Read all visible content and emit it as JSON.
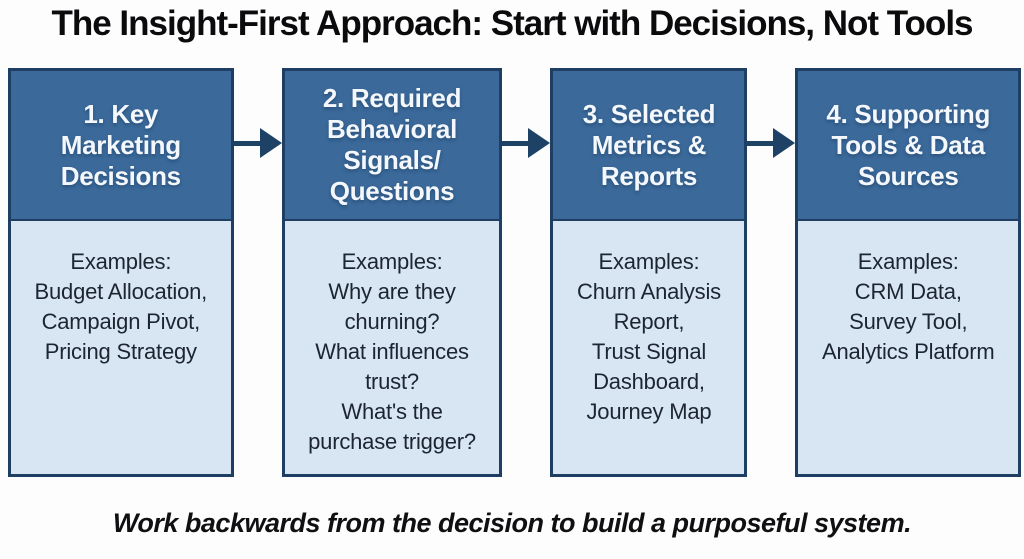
{
  "title": "The Insight-First Approach: Start with Decisions, Not Tools",
  "steps": [
    {
      "header": "1. Key\nMarketing\nDecisions",
      "examples": "Examples:\nBudget Allocation,\nCampaign Pivot,\nPricing Strategy"
    },
    {
      "header": "2. Required\nBehavioral\nSignals/\nQuestions",
      "examples": "Examples:\nWhy are they\nchurning?\nWhat influences\ntrust?\nWhat's the\npurchase trigger?"
    },
    {
      "header": "3. Selected\nMetrics &\nReports",
      "examples": "Examples:\nChurn Analysis\nReport,\nTrust Signal\nDashboard,\nJourney Map"
    },
    {
      "header": "4. Supporting\nTools & Data\nSources",
      "examples": "Examples:\nCRM Data,\nSurvey Tool,\nAnalytics Platform"
    }
  ],
  "footer": "Work backwards from the decision to build a purposeful system.",
  "colors": {
    "header_blue": "#3a699a",
    "body_blue": "#d8e6f4",
    "border_navy": "#1e3f63",
    "arrow_navy": "#1d4265",
    "title_text": "#0b0b0d",
    "body_text": "#1c2530",
    "header_text": "#f4f8fc"
  }
}
